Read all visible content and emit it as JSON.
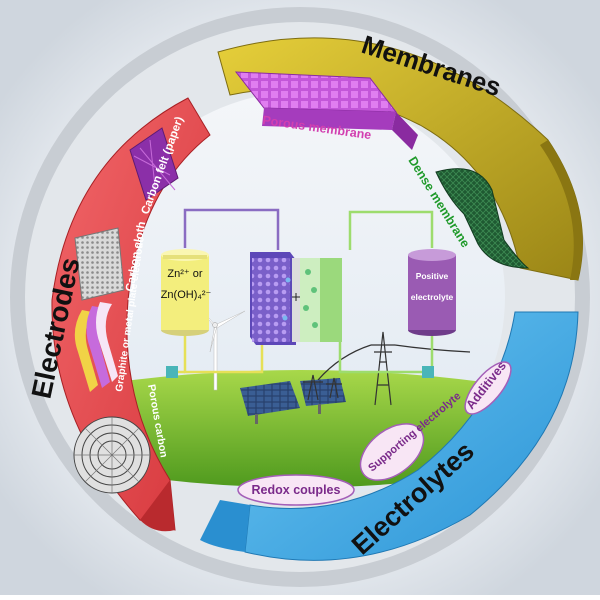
{
  "segments": {
    "membranes": {
      "title": "Membranes",
      "porous": "Porous membrane",
      "dense": "Dense membrane"
    },
    "electrodes": {
      "title": "Electrodes",
      "carbon_felt": "Carbon felt (paper)",
      "carbon_cloth": "Carbon cloth",
      "graphite": "Graphite or metal plate electrode",
      "porous_carbon": "Porous carbon"
    },
    "electrolytes": {
      "title": "Electrolytes",
      "redox": "Redox couples",
      "supporting": "Supporting electrolyte",
      "additives": "Additives"
    }
  },
  "center": {
    "zn_line1": "Zn²⁺ or",
    "zn_line2": "Zn(OH)₄²⁻",
    "positive_line1": "Positive",
    "positive_line2": "electrolyte"
  },
  "colors": {
    "membranes": "#c9b21e",
    "electrodes": "#ea4a4f",
    "electrolytes": "#3aa9e6",
    "tank_left": "#f5f07c",
    "tank_right": "#9a5bb3",
    "grass": "#7cc23a"
  }
}
